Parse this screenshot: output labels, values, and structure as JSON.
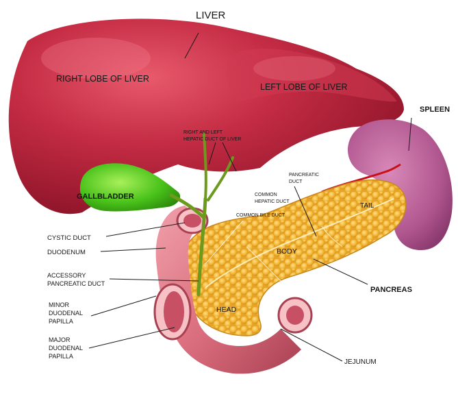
{
  "labels": {
    "liver": "LIVER",
    "right_lobe": "RIGHT LOBE OF LIVER",
    "left_lobe": "LEFT LOBE OF LIVER",
    "spleen": "SPLEEN",
    "hepatic_duct_line1": "RIGHT AND LEFT",
    "hepatic_duct_line2": "HEPATIC DUCT OF LIVER",
    "pancreatic_duct_line1": "PANCREATIC",
    "pancreatic_duct_line2": "DUCT",
    "gallbladder": "GALLBLADDER",
    "common_hepatic_line1": "COMMON",
    "common_hepatic_line2": "HEPATIC DUCT",
    "common_bile_duct": "COMMON BILE DUCT",
    "tail": "TAIL",
    "cystic_duct": "CYSTIC DUCT",
    "duodenum": "DUODENUM",
    "body": "BODY",
    "accessory_line1": "ACCESSORY",
    "accessory_line2": "PANCREATIC DUCT",
    "pancreas": "PANCREAS",
    "minor_line1": "MINOR",
    "minor_line2": "DUODENAL",
    "minor_line3": "PAPILLA",
    "head": "HEAD",
    "major_line1": "MAJOR",
    "major_line2": "DUODENAL",
    "major_line3": "PAPILLA",
    "jejunum": "JEJUNUM"
  },
  "colors": {
    "liver": "#b5223a",
    "liver_highlight": "#e2566a",
    "gallbladder": "#49c21a",
    "bile_duct": "#6d9a1c",
    "pancreas": "#f2b431",
    "pancreas_lobule": "#e39a1f",
    "duodenum": "#d96c7c",
    "spleen": "#b0568f",
    "artery": "#c8101a"
  }
}
